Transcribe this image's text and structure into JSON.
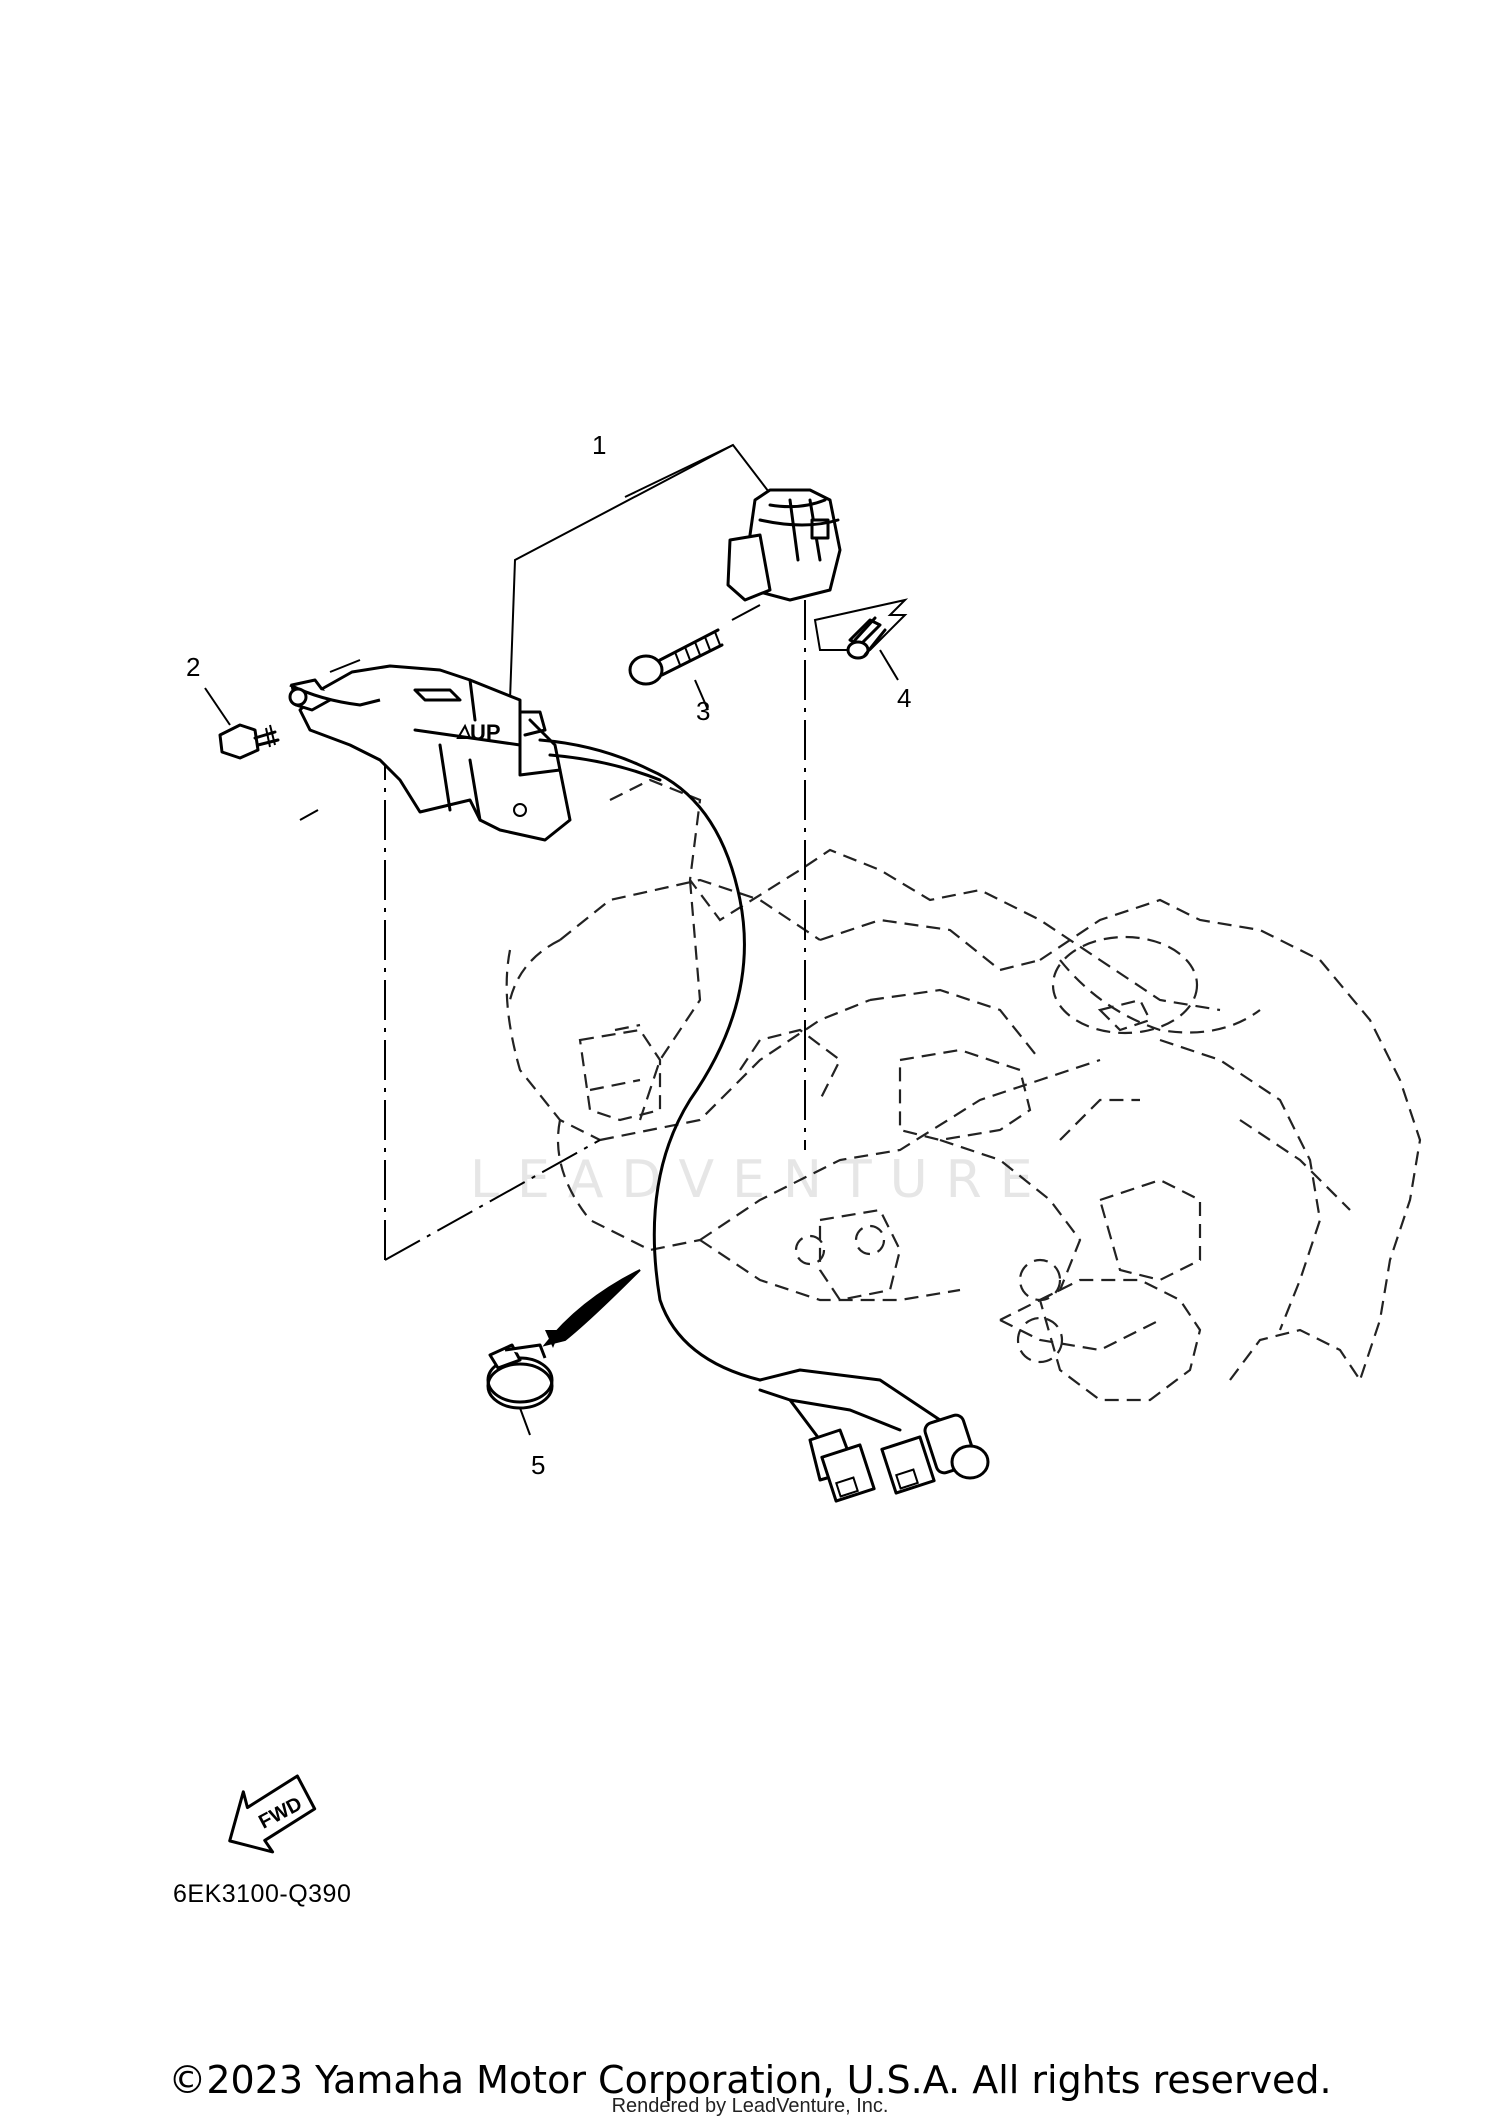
{
  "callouts": [
    {
      "id": "1",
      "label": "1"
    },
    {
      "id": "2",
      "label": "2"
    },
    {
      "id": "3",
      "label": "3"
    },
    {
      "id": "4",
      "label": "4"
    },
    {
      "id": "5",
      "label": "5"
    }
  ],
  "sensor_marking": "UP",
  "fwd_marking": "FWD",
  "diagram_code": "6EK3100-Q390",
  "watermark": "LEADVENTURE",
  "copyright": "©2023 Yamaha Motor Corporation, U.S.A. All rights reserved.",
  "rendered_by": "Rendered by LeadVenture, Inc."
}
